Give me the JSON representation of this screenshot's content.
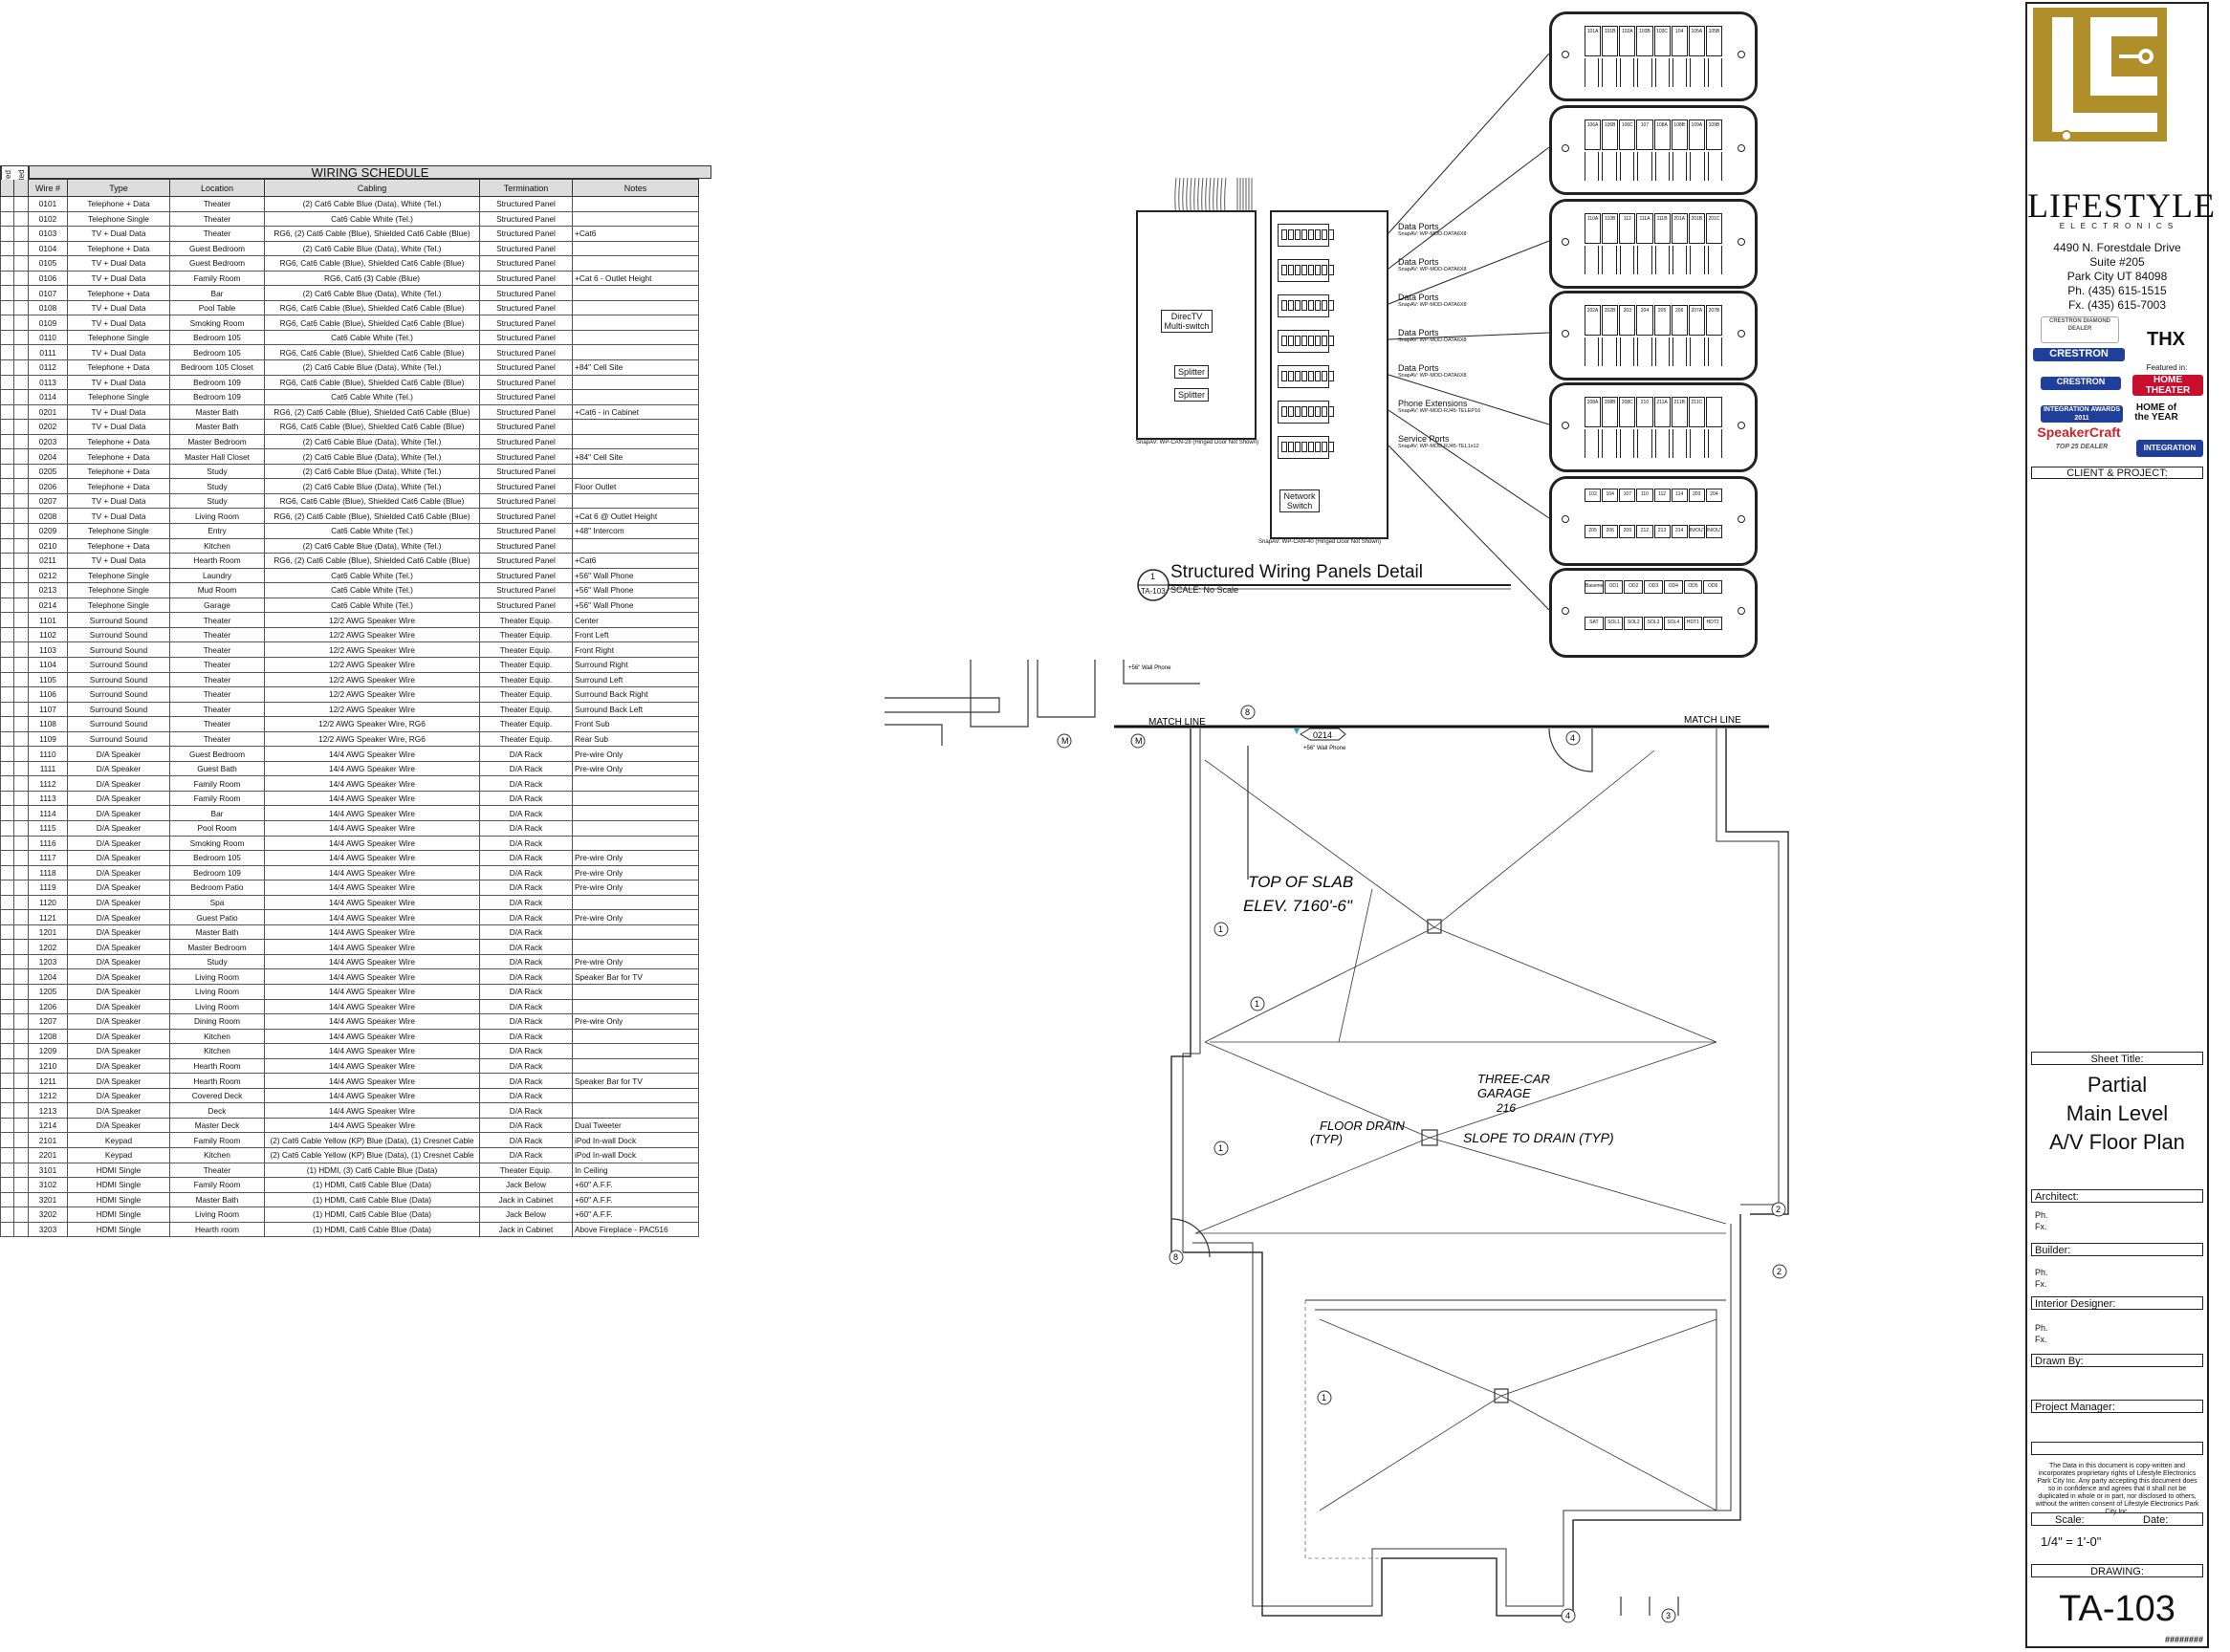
{
  "schedule": {
    "title": "WIRING SCHEDULE",
    "side_headers": [
      "Wired",
      "Tested"
    ],
    "columns": [
      "Wire #",
      "Type",
      "Location",
      "Cabling",
      "Termination",
      "Notes"
    ],
    "rows": [
      [
        "0101",
        "Telephone + Data",
        "Theater",
        "(2) Cat6 Cable Blue (Data), White (Tel.)",
        "Structured Panel",
        ""
      ],
      [
        "0102",
        "Telephone Single",
        "Theater",
        "Cat6 Cable White (Tel.)",
        "Structured Panel",
        ""
      ],
      [
        "0103",
        "TV + Dual Data",
        "Theater",
        "RG6, (2) Cat6 Cable (Blue), Shielded Cat6 Cable (Blue)",
        "Structured Panel",
        "+Cat6"
      ],
      [
        "0104",
        "Telephone + Data",
        "Guest Bedroom",
        "(2) Cat6 Cable Blue (Data), White (Tel.)",
        "Structured Panel",
        ""
      ],
      [
        "0105",
        "TV + Dual Data",
        "Guest Bedroom",
        "RG6, Cat6 Cable (Blue), Shielded Cat6 Cable (Blue)",
        "Structured Panel",
        ""
      ],
      [
        "0106",
        "TV + Dual Data",
        "Family Room",
        "RG6, Cat6 (3) Cable (Blue)",
        "Structured Panel",
        "+Cat 6 - Outlet Height"
      ],
      [
        "0107",
        "Telephone + Data",
        "Bar",
        "(2) Cat6 Cable Blue (Data), White (Tel.)",
        "Structured Panel",
        ""
      ],
      [
        "0108",
        "TV + Dual Data",
        "Pool Table",
        "RG6, Cat6 Cable (Blue), Shielded Cat6 Cable (Blue)",
        "Structured Panel",
        ""
      ],
      [
        "0109",
        "TV + Dual Data",
        "Smoking Room",
        "RG6, Cat6 Cable (Blue), Shielded Cat6 Cable (Blue)",
        "Structured Panel",
        ""
      ],
      [
        "0110",
        "Telephone Single",
        "Bedroom 105",
        "Cat6 Cable White (Tel.)",
        "Structured Panel",
        ""
      ],
      [
        "0111",
        "TV + Dual Data",
        "Bedroom 105",
        "RG6, Cat6 Cable (Blue), Shielded Cat6 Cable (Blue)",
        "Structured Panel",
        ""
      ],
      [
        "0112",
        "Telephone + Data",
        "Bedroom 105 Closet",
        "(2) Cat6 Cable Blue (Data), White (Tel.)",
        "Structured Panel",
        "+84\" Cell Site"
      ],
      [
        "0113",
        "TV + Dual Data",
        "Bedroom 109",
        "RG6, Cat6 Cable (Blue), Shielded Cat6 Cable (Blue)",
        "Structured Panel",
        ""
      ],
      [
        "0114",
        "Telephone Single",
        "Bedroom 109",
        "Cat6 Cable White (Tel.)",
        "Structured Panel",
        ""
      ],
      [
        "0201",
        "TV + Dual Data",
        "Master Bath",
        "RG6, (2) Cat6 Cable (Blue), Shielded Cat6 Cable (Blue)",
        "Structured Panel",
        "+Cat6 - in Cabinet"
      ],
      [
        "0202",
        "TV + Dual Data",
        "Master Bath",
        "RG6, Cat6 Cable (Blue), Shielded Cat6 Cable (Blue)",
        "Structured Panel",
        ""
      ],
      [
        "0203",
        "Telephone + Data",
        "Master Bedroom",
        "(2) Cat6 Cable Blue (Data), White (Tel.)",
        "Structured Panel",
        ""
      ],
      [
        "0204",
        "Telephone + Data",
        "Master Hall Closet",
        "(2) Cat6 Cable Blue (Data), White (Tel.)",
        "Structured Panel",
        "+84\" Cell Site"
      ],
      [
        "0205",
        "Telephone + Data",
        "Study",
        "(2) Cat6 Cable Blue (Data), White (Tel.)",
        "Structured Panel",
        ""
      ],
      [
        "0206",
        "Telephone + Data",
        "Study",
        "(2) Cat6 Cable Blue (Data), White (Tel.)",
        "Structured Panel",
        "Floor Outlet"
      ],
      [
        "0207",
        "TV + Dual Data",
        "Study",
        "RG6, Cat6 Cable (Blue), Shielded Cat6 Cable (Blue)",
        "Structured Panel",
        ""
      ],
      [
        "0208",
        "TV + Dual Data",
        "Living Room",
        "RG6, (2) Cat6 Cable (Blue), Shielded Cat6 Cable (Blue)",
        "Structured Panel",
        "+Cat 6  @ Outlet Height"
      ],
      [
        "0209",
        "Telephone Single",
        "Entry",
        "Cat6 Cable White (Tel.)",
        "Structured Panel",
        "+48\" Intercom"
      ],
      [
        "0210",
        "Telephone + Data",
        "Kitchen",
        "(2) Cat6 Cable Blue (Data), White (Tel.)",
        "Structured Panel",
        ""
      ],
      [
        "0211",
        "TV + Dual Data",
        "Hearth Room",
        "RG6, (2) Cat6 Cable (Blue), Shielded Cat6 Cable (Blue)",
        "Structured Panel",
        "+Cat6"
      ],
      [
        "0212",
        "Telephone Single",
        "Laundry",
        "Cat6 Cable White (Tel.)",
        "Structured Panel",
        "+56\" Wall Phone"
      ],
      [
        "0213",
        "Telephone Single",
        "Mud Room",
        "Cat6 Cable White (Tel.)",
        "Structured Panel",
        "+56\" Wall Phone"
      ],
      [
        "0214",
        "Telephone Single",
        "Garage",
        "Cat6 Cable White (Tel.)",
        "Structured Panel",
        "+56\" Wall Phone"
      ],
      [
        "1101",
        "Surround Sound",
        "Theater",
        "12/2 AWG Speaker Wire",
        "Theater Equip.",
        "Center"
      ],
      [
        "1102",
        "Surround Sound",
        "Theater",
        "12/2 AWG Speaker Wire",
        "Theater Equip.",
        "Front Left"
      ],
      [
        "1103",
        "Surround Sound",
        "Theater",
        "12/2 AWG Speaker Wire",
        "Theater Equip.",
        "Front Right"
      ],
      [
        "1104",
        "Surround Sound",
        "Theater",
        "12/2 AWG Speaker Wire",
        "Theater Equip.",
        "Surround Right"
      ],
      [
        "1105",
        "Surround Sound",
        "Theater",
        "12/2 AWG Speaker Wire",
        "Theater Equip.",
        "Surround Left"
      ],
      [
        "1106",
        "Surround Sound",
        "Theater",
        "12/2 AWG Speaker Wire",
        "Theater Equip.",
        "Surround Back Right"
      ],
      [
        "1107",
        "Surround Sound",
        "Theater",
        "12/2 AWG Speaker Wire",
        "Theater Equip.",
        "Surround Back Left"
      ],
      [
        "1108",
        "Surround Sound",
        "Theater",
        "12/2 AWG Speaker Wire, RG6",
        "Theater Equip.",
        "Front Sub"
      ],
      [
        "1109",
        "Surround Sound",
        "Theater",
        "12/2 AWG Speaker Wire, RG6",
        "Theater Equip.",
        "Rear Sub"
      ],
      [
        "1110",
        "D/A Speaker",
        "Guest Bedroom",
        "14/4 AWG Speaker Wire",
        "D/A Rack",
        "Pre-wire Only"
      ],
      [
        "1111",
        "D/A Speaker",
        "Guest Bath",
        "14/4 AWG Speaker Wire",
        "D/A Rack",
        "Pre-wire Only"
      ],
      [
        "1112",
        "D/A Speaker",
        "Family Room",
        "14/4 AWG Speaker Wire",
        "D/A Rack",
        ""
      ],
      [
        "1113",
        "D/A Speaker",
        "Family Room",
        "14/4 AWG Speaker Wire",
        "D/A Rack",
        ""
      ],
      [
        "1114",
        "D/A Speaker",
        "Bar",
        "14/4 AWG Speaker Wire",
        "D/A Rack",
        ""
      ],
      [
        "1115",
        "D/A Speaker",
        "Pool Room",
        "14/4 AWG Speaker Wire",
        "D/A Rack",
        ""
      ],
      [
        "1116",
        "D/A Speaker",
        "Smoking Room",
        "14/4 AWG Speaker Wire",
        "D/A Rack",
        ""
      ],
      [
        "1117",
        "D/A Speaker",
        "Bedroom 105",
        "14/4 AWG Speaker Wire",
        "D/A Rack",
        "Pre-wire Only"
      ],
      [
        "1118",
        "D/A Speaker",
        "Bedroom 109",
        "14/4 AWG Speaker Wire",
        "D/A Rack",
        "Pre-wire Only"
      ],
      [
        "1119",
        "D/A Speaker",
        "Bedroom Patio",
        "14/4 AWG Speaker Wire",
        "D/A Rack",
        "Pre-wire Only"
      ],
      [
        "1120",
        "D/A Speaker",
        "Spa",
        "14/4 AWG Speaker Wire",
        "D/A Rack",
        ""
      ],
      [
        "1121",
        "D/A Speaker",
        "Guest Patio",
        "14/4 AWG Speaker Wire",
        "D/A Rack",
        "Pre-wire Only"
      ],
      [
        "1201",
        "D/A Speaker",
        "Master Bath",
        "14/4 AWG Speaker Wire",
        "D/A Rack",
        ""
      ],
      [
        "1202",
        "D/A Speaker",
        "Master Bedroom",
        "14/4 AWG Speaker Wire",
        "D/A Rack",
        ""
      ],
      [
        "1203",
        "D/A Speaker",
        "Study",
        "14/4 AWG Speaker Wire",
        "D/A Rack",
        "Pre-wire Only"
      ],
      [
        "1204",
        "D/A Speaker",
        "Living Room",
        "14/4 AWG Speaker Wire",
        "D/A Rack",
        "Speaker Bar for TV"
      ],
      [
        "1205",
        "D/A Speaker",
        "Living Room",
        "14/4 AWG Speaker Wire",
        "D/A Rack",
        ""
      ],
      [
        "1206",
        "D/A Speaker",
        "Living Room",
        "14/4 AWG Speaker Wire",
        "D/A Rack",
        ""
      ],
      [
        "1207",
        "D/A Speaker",
        "Dining Room",
        "14/4 AWG Speaker Wire",
        "D/A Rack",
        "Pre-wire Only"
      ],
      [
        "1208",
        "D/A Speaker",
        "Kitchen",
        "14/4 AWG Speaker Wire",
        "D/A Rack",
        ""
      ],
      [
        "1209",
        "D/A Speaker",
        "Kitchen",
        "14/4 AWG Speaker Wire",
        "D/A Rack",
        ""
      ],
      [
        "1210",
        "D/A Speaker",
        "Hearth Room",
        "14/4 AWG Speaker Wire",
        "D/A Rack",
        ""
      ],
      [
        "1211",
        "D/A Speaker",
        "Hearth Room",
        "14/4 AWG Speaker Wire",
        "D/A Rack",
        "Speaker Bar for TV"
      ],
      [
        "1212",
        "D/A Speaker",
        "Covered Deck",
        "14/4 AWG Speaker Wire",
        "D/A Rack",
        ""
      ],
      [
        "1213",
        "D/A Speaker",
        "Deck",
        "14/4 AWG Speaker Wire",
        "D/A Rack",
        ""
      ],
      [
        "1214",
        "D/A Speaker",
        "Master Deck",
        "14/4 AWG Speaker Wire",
        "D/A Rack",
        "Dual Tweeter"
      ],
      [
        "2101",
        "Keypad",
        "Family Room",
        "(2) Cat6 Cable Yellow (KP) Blue (Data), (1) Cresnet Cable",
        "D/A Rack",
        "iPod In-wall Dock"
      ],
      [
        "2201",
        "Keypad",
        "Kitchen",
        "(2) Cat6 Cable Yellow (KP) Blue (Data), (1) Cresnet Cable",
        "D/A Rack",
        "iPod In-wall Dock"
      ],
      [
        "3101",
        "HDMI Single",
        "Theater",
        "(1) HDMI, (3) Cat6 Cable Blue (Data)",
        "Theater Equip.",
        "In Ceiling"
      ],
      [
        "3102",
        "HDMI Single",
        "Family Room",
        "(1) HDMI, Cat6 Cable Blue (Data)",
        "Jack Below",
        "+60\" A.F.F."
      ],
      [
        "3201",
        "HDMI Single",
        "Master Bath",
        "(1) HDMI, Cat6 Cable Blue (Data)",
        "Jack in Cabinet",
        "+60\" A.F.F."
      ],
      [
        "3202",
        "HDMI Single",
        "Living Room",
        "(1) HDMI, Cat6 Cable Blue (Data)",
        "Jack Below",
        "+60\" A.F.F."
      ],
      [
        "3203",
        "HDMI Single",
        "Hearth room",
        "(1) HDMI, Cat6 Cable Blue (Data)",
        "Jack in Cabinet",
        "Above Fireplace - PAC516"
      ]
    ]
  },
  "panels": {
    "title": "Structured Wiring Panels Detail",
    "scale": "SCALE: No Scale",
    "tag_top": "1",
    "tag_bottom": "TA-103",
    "left_panel": {
      "directv_label": "DirecTV Multi-switch",
      "splitter_1": "Splitter",
      "splitter_2": "Splitter",
      "caption": "SnapAV: WP-CAN-28 (Hinged Door Not Shown)"
    },
    "right_panel": {
      "switch_label": "Network Switch",
      "caption": "SnapAV: WP-CAN-40 (Hinged Door Not Shown)",
      "modules": [
        {
          "label": "Data Ports",
          "sub": "SnapAV: WP-MOD-DATA6X8"
        },
        {
          "label": "Data Ports",
          "sub": "SnapAV: WP-MOD-DATA6X8"
        },
        {
          "label": "Data Ports",
          "sub": "SnapAV: WP-MOD-DATA6X8"
        },
        {
          "label": "Data Ports",
          "sub": "SnapAV: WP-MOD-DATA6X8"
        },
        {
          "label": "Data Ports",
          "sub": "SnapAV: WP-MOD-DATA6X8"
        },
        {
          "label": "Phone Extensions",
          "sub": "SnapAV: WP-MOD-RJ45-TELEP16"
        },
        {
          "label": "Service Ports",
          "sub": "SnapAV: WP-MOD-RJ45-TEL1x12"
        }
      ]
    },
    "racks": [
      {
        "ports": [
          "101A",
          "101B",
          "102A",
          "103B",
          "103C",
          "104",
          "105A",
          "105B"
        ]
      },
      {
        "ports": [
          "106A",
          "106B",
          "106C",
          "107",
          "108A",
          "108B",
          "109A",
          "109B"
        ]
      },
      {
        "ports": [
          "110A",
          "110B",
          "112",
          "111A",
          "111B",
          "201A",
          "201B",
          "201C"
        ]
      },
      {
        "ports": [
          "202A",
          "202B",
          "203",
          "204",
          "205",
          "206",
          "207A",
          "207B"
        ]
      },
      {
        "ports": [
          "208A",
          "208B",
          "208C",
          "210",
          "211A",
          "211B",
          "211C",
          ""
        ]
      },
      {
        "ports": [
          "102",
          "104",
          "107",
          "110",
          "112",
          "114",
          "203",
          "204"
        ],
        "ports2": [
          "205",
          "206",
          "209",
          "212",
          "213",
          "214",
          "IN/OUT",
          "IN/OUT"
        ]
      },
      {
        "ports": [
          "Basement",
          "OD1",
          "OD2",
          "OD3",
          "OD4",
          "OD5",
          "OD6"
        ],
        "ports2": [
          "SAT",
          "SOL1",
          "SOL2",
          "SOL3",
          "SOL4",
          "HDT1",
          "HDT2"
        ]
      }
    ]
  },
  "plan": {
    "match_line_left": "MATCH LINE",
    "match_line_right": "MATCH LINE",
    "tag_0214": "0214",
    "tag_0214_note": "+56\" Wall Phone",
    "top_note": "+56\" Wall Phone",
    "slab_note_1": "TOP OF SLAB",
    "slab_note_2": "ELEV. 7160'-6\"",
    "garage_note_1": "THREE-CAR",
    "garage_note_2": "GARAGE",
    "garage_note_3": "216",
    "floor_drain": "FLOOR DRAIN",
    "floor_drain_typ": "(TYP)",
    "slope_note": "SLOPE TO DRAIN (TYP)",
    "marks": [
      "1",
      "1",
      "1",
      "1",
      "4",
      "4",
      "2",
      "2",
      "8",
      "3",
      "M",
      "M",
      "8"
    ]
  },
  "titleblock": {
    "brand": "LIFESTYLE",
    "brand_sub": "E L E C T R O N I C S",
    "address": [
      "4490 N. Forestdale Drive",
      "Suite #205",
      "Park City UT 84098",
      "Ph. (435) 615-1515",
      "Fx. (435) 615-7003"
    ],
    "badges": [
      "CRESTRON",
      "THX",
      "CRESTRON",
      "Featured in:",
      "HOME THEATER",
      "HOME of the YEAR",
      "INTEGRATION AWARDS 2011",
      "SpeakerCraft",
      "INTEGRATION",
      "CRESTRON DIAMOND DEALER",
      "TOP 25 DEALER"
    ],
    "client_project": "CLIENT  &  PROJECT:",
    "sheet_title_label": "Sheet Title:",
    "sheet_title": [
      "Partial",
      "Main Level",
      "A/V Floor Plan"
    ],
    "architect": "Architect:",
    "builder": "Builder:",
    "interior": "Interior Designer:",
    "drawn_by": "Drawn By:",
    "project_manager": "Project Manager:",
    "ph": "Ph.",
    "fx": "Fx.",
    "disclaimer": "The Data in this document is copy-written and incorporates proprietary rights of Lifestyle Electronics Park City Inc.  Any party accepting this document does so in confidence and agrees that it shall not be duplicated in whole or in part, nor disclosed to others, without the written consent of Lifestyle Electronics Park City Inc.",
    "scale_label": "Scale:",
    "date_label": "Date:",
    "scale_value": "1/4\" = 1'-0\"",
    "drawing_label": "DRAWING:",
    "drawing_number": "TA-103",
    "hash": "########"
  },
  "colors": {
    "gold": "#b08f2a",
    "wire_blue": "#1b2fd6",
    "crestron_blue": "#1f3f9a",
    "speakercraft_red": "#d0202a",
    "home_theater_red": "#c8102e"
  }
}
